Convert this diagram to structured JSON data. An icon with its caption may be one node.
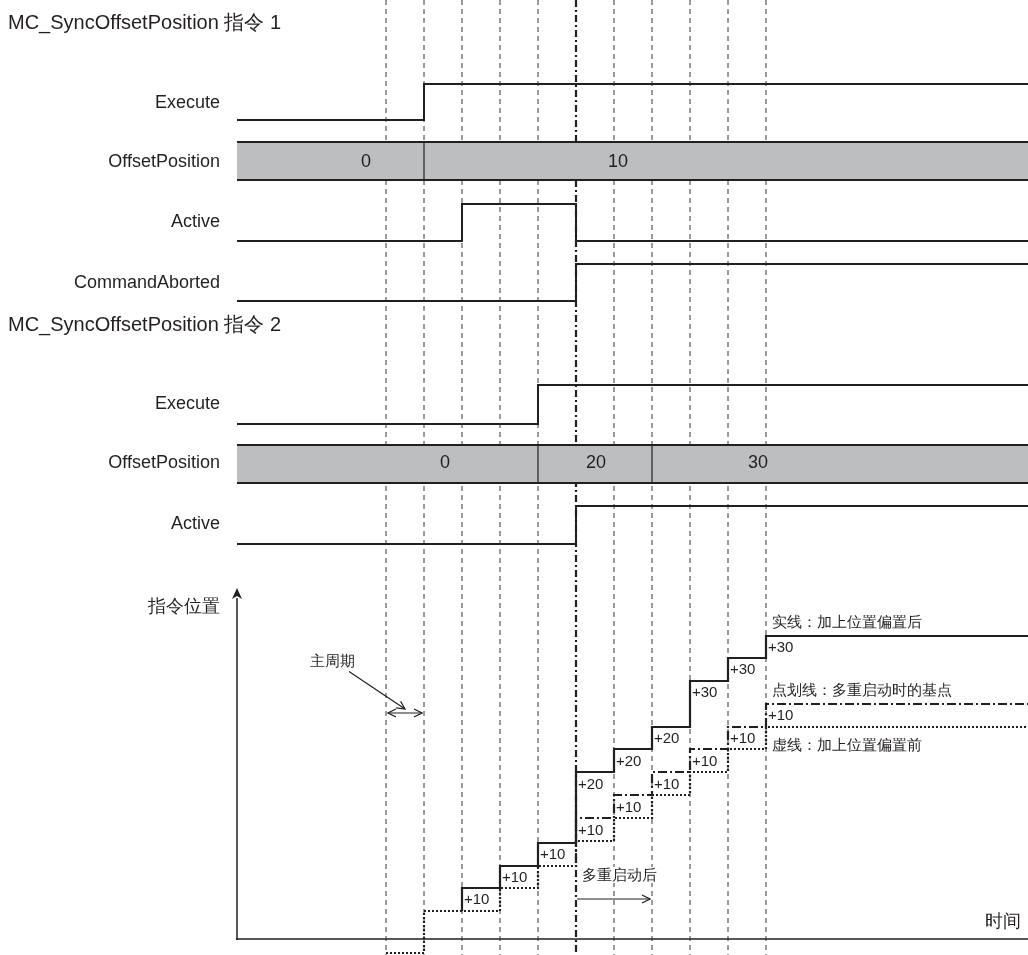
{
  "diagram": {
    "nodes": [
      {
        "text": [
          "主周期"
        ]
      },
      {
        "text": [],
        "shape": "line"
      }
    ],
    "edges": [
      {
        "from": 0,
        "to": 1,
        "arrow": "to"
      }
    ],
    "labels": [
      "MC_SyncOffsetPosition 指令 1",
      "Execute",
      "OffsetPosition",
      "0",
      "10",
      "Active",
      "CommandAborted",
      "MC_SyncOffsetPosition 指令 2",
      "Execute",
      "OffsetPosition",
      "0",
      "20",
      "30",
      "Active",
      "指令位置",
      "实线：加上位置偏置后",
      "+30",
      "+30",
      "点划线：多重启动时的基点",
      "+30",
      "+10",
      "+20",
      "+10",
      "虚线：加上位置偏置前",
      "+20",
      "+10",
      "+20",
      "+10",
      "+10",
      "+10",
      "+10",
      "多重启动后",
      "+10",
      "+10",
      "时间"
    ]
  }
}
